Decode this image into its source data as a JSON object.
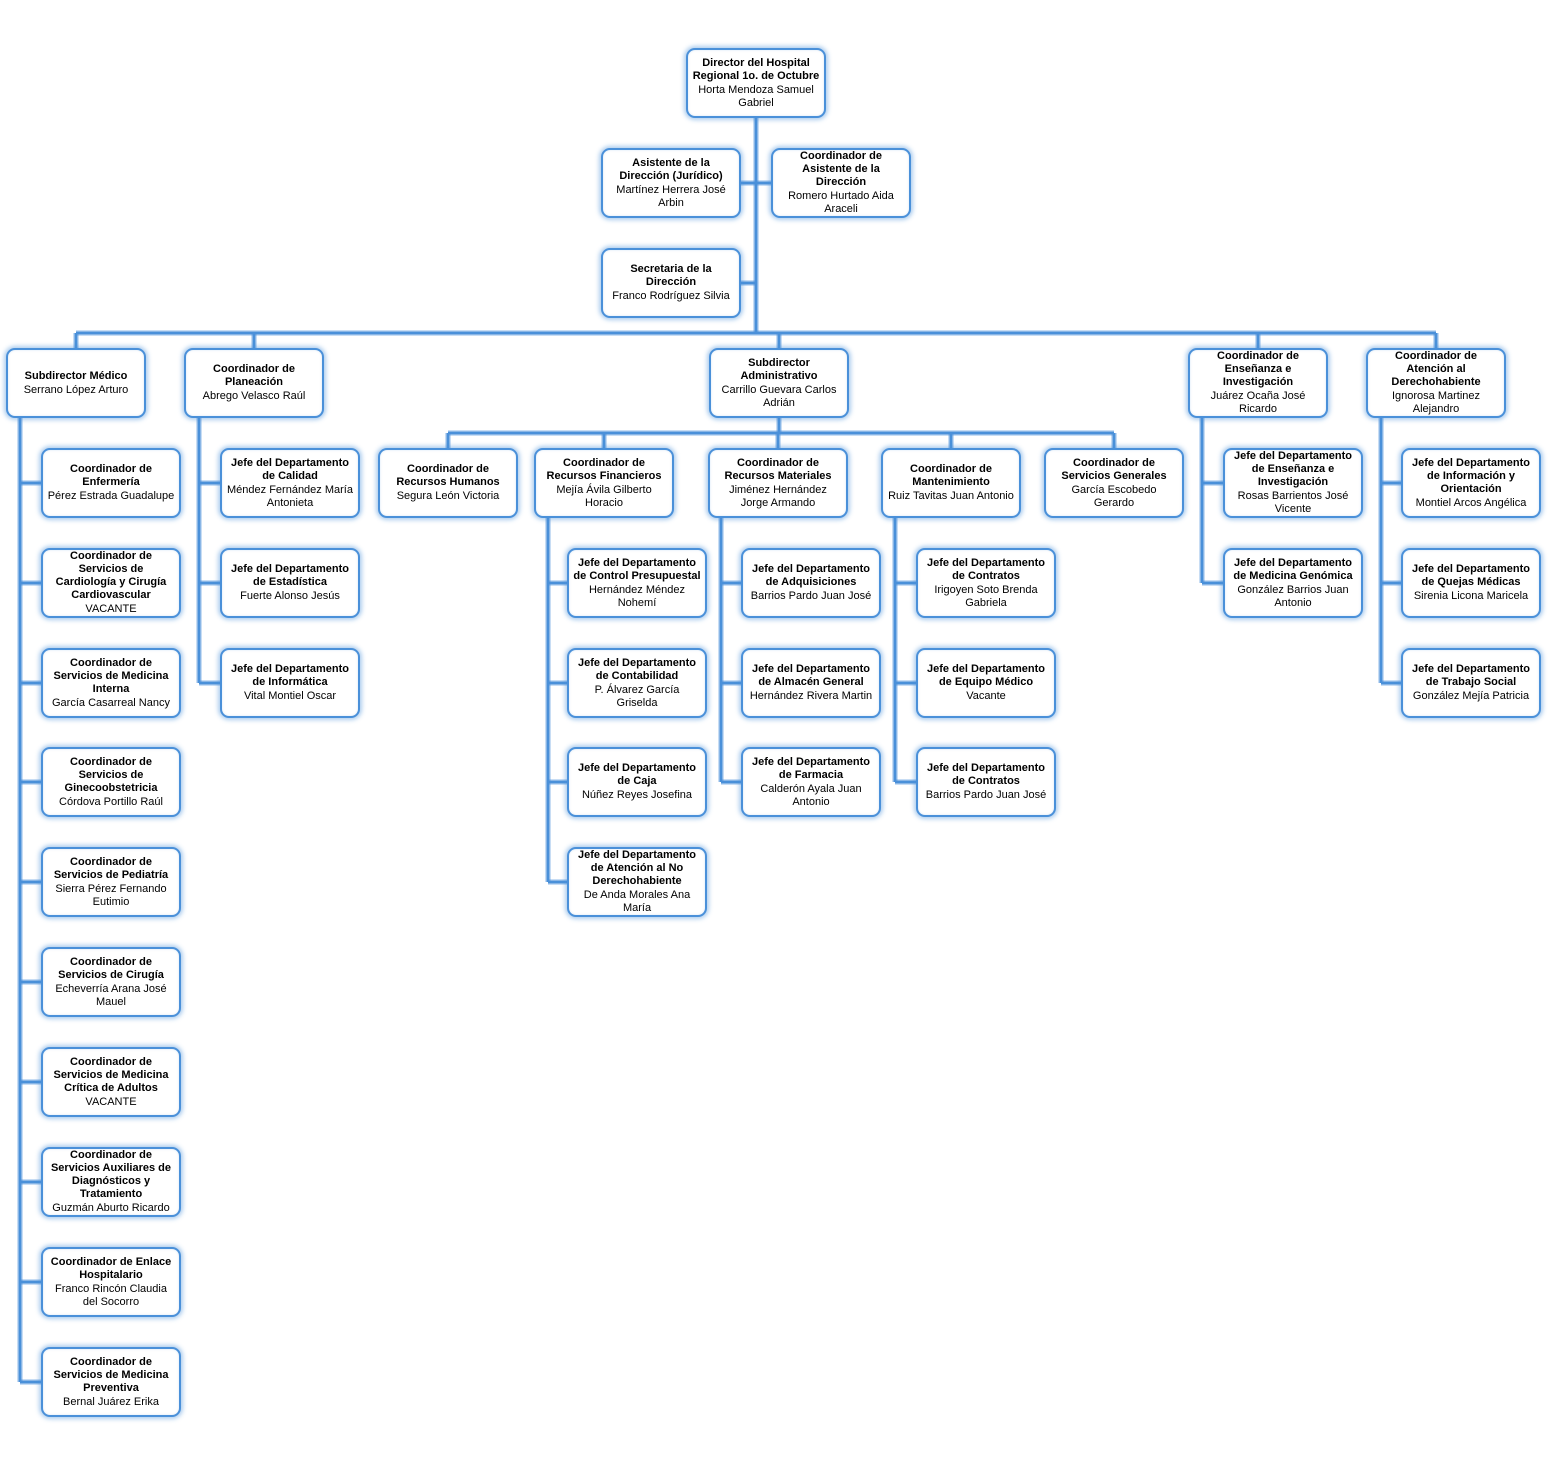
{
  "colors": {
    "line": "#4a90d9",
    "border": "#4a90d9",
    "background": "#ffffff"
  },
  "nodes": {
    "director": {
      "title": "Director del Hospital Regional 1o.  de Octubre",
      "name": "Horta Mendoza Samuel Gabriel"
    },
    "asistente_juridico": {
      "title": "Asistente de la Dirección (Jurídico)",
      "name": "Martínez Herrera José Arbin"
    },
    "coord_asistente": {
      "title": "Coordinador de Asistente de la Dirección",
      "name": "Romero Hurtado Aida Araceli"
    },
    "secretaria": {
      "title": "Secretaria de la Dirección",
      "name": "Franco Rodríguez Silvia"
    },
    "subdir_medico": {
      "title": "Subdirector Médico",
      "name": "Serrano López Arturo"
    },
    "coord_planeacion": {
      "title": "Coordinador de Planeación",
      "name": "Abrego Velasco Raúl"
    },
    "subdir_admin": {
      "title": "Subdirector Administrativo",
      "name": "Carrillo Guevara Carlos Adrián"
    },
    "coord_ensenanza": {
      "title": "Coordinador de Enseñanza e Investigación",
      "name": "Juárez Ocaña José Ricardo"
    },
    "coord_atencion": {
      "title": "Coordinador de Atención al Derechohabiente",
      "name": "Ignorosa Martinez Alejandro"
    },
    "enfermeria": {
      "title": "Coordinador de Enfermería",
      "name": "Pérez Estrada Guadalupe"
    },
    "cardiologia": {
      "title": "Coordinador de Servicios de Cardiología y Cirugía Cardiovascular",
      "name": "VACANTE"
    },
    "med_interna": {
      "title": "Coordinador de Servicios de Medicina Interna",
      "name": "García Casarreal Nancy"
    },
    "gineco": {
      "title": "Coordinador de Servicios de Ginecoobstetricia",
      "name": "Córdova Portillo Raúl"
    },
    "pediatria": {
      "title": "Coordinador de Servicios de Pediatría",
      "name": "Sierra Pérez Fernando Eutimio"
    },
    "cirugia": {
      "title": "Coordinador de Servicios de Cirugía",
      "name": "Echeverría Arana José Mauel"
    },
    "med_critica": {
      "title": "Coordinador de Servicios de Medicina Crítica de Adultos",
      "name": "VACANTE"
    },
    "auxiliares": {
      "title": "Coordinador de Servicios Auxiliares de Diagnósticos y Tratamiento",
      "name": "Guzmán Aburto Ricardo"
    },
    "enlace": {
      "title": "Coordinador de Enlace Hospitalario",
      "name": "Franco Rincón Claudia del Socorro"
    },
    "preventiva": {
      "title": "Coordinador de Servicios de Medicina Preventiva",
      "name": "Bernal Juárez Erika"
    },
    "calidad": {
      "title": "Jefe del Departamento de Calidad",
      "name": "Méndez Fernández María Antonieta"
    },
    "estadistica": {
      "title": "Jefe del Departamento de Estadística",
      "name": "Fuerte Alonso Jesús"
    },
    "informatica": {
      "title": "Jefe del Departamento de Informática",
      "name": "Vital Montiel Oscar"
    },
    "rh": {
      "title": "Coordinador de Recursos Humanos",
      "name": "Segura León Victoria"
    },
    "rf": {
      "title": "Coordinador de Recursos Financieros",
      "name": "Mejía Ávila Gilberto Horacio"
    },
    "rm": {
      "title": "Coordinador de Recursos Materiales",
      "name": "Jiménez Hernández Jorge Armando"
    },
    "mant": {
      "title": "Coordinador de Mantenimiento",
      "name": "Ruiz Tavitas Juan Antonio"
    },
    "sg": {
      "title": "Coordinador de Servicios Generales",
      "name": "García Escobedo Gerardo"
    },
    "presupuestal": {
      "title": "Jefe del Departamento de Control Presupuestal",
      "name": "Hernández Méndez Nohemí"
    },
    "contabilidad": {
      "title": "Jefe del Departamento de Contabilidad",
      "name": "P. Álvarez García Griselda"
    },
    "caja": {
      "title": "Jefe del Departamento de Caja",
      "name": "Núñez Reyes Josefina"
    },
    "no_derecho": {
      "title": "Jefe del Departamento de Atención al No Derechohabiente",
      "name": "De Anda Morales Ana María"
    },
    "adquisiciones": {
      "title": "Jefe del Departamento de Adquisiciones",
      "name": "Barrios Pardo Juan José"
    },
    "almacen": {
      "title": "Jefe del Departamento de Almacén General",
      "name": "Hernández Rivera Martin"
    },
    "farmacia": {
      "title": "Jefe del Departamento de Farmacia",
      "name": "Calderón Ayala Juan Antonio"
    },
    "contratos1": {
      "title": "Jefe del Departamento de Contratos",
      "name": "Irigoyen Soto Brenda Gabriela"
    },
    "equipo": {
      "title": "Jefe del Departamento de Equipo Médico",
      "name": "Vacante"
    },
    "contratos2": {
      "title": "Jefe del Departamento de Contratos",
      "name": "Barrios Pardo Juan José"
    },
    "jefe_ensenanza": {
      "title": "Jefe del Departamento de Enseñanza e Investigación",
      "name": "Rosas Barrientos José Vicente"
    },
    "genomica": {
      "title": "Jefe del Departamento de Medicina Genómica",
      "name": "González Barrios Juan Antonio"
    },
    "informacion": {
      "title": "Jefe del Departamento de Información y Orientación",
      "name": "Montiel Arcos Angélica"
    },
    "quejas": {
      "title": "Jefe del Departamento de Quejas Médicas",
      "name": "Sirenia Licona Maricela"
    },
    "trabajo_social": {
      "title": "Jefe del Departamento de Trabajo Social",
      "name": "González Mejía Patricia"
    }
  }
}
